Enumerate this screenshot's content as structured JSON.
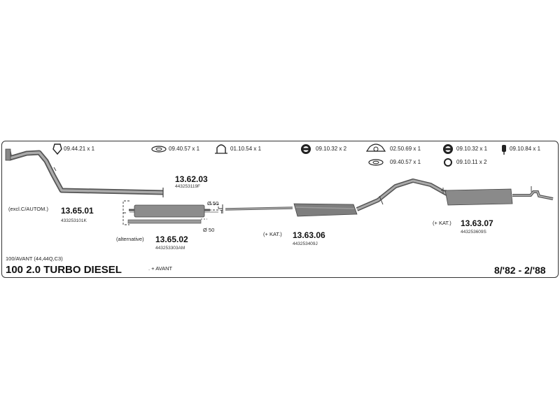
{
  "fittings": [
    {
      "icon": "clamp-ring-icon",
      "label": "09.44.21 x 1"
    },
    {
      "icon": "gasket-oval-icon",
      "label": "09.40.57 x 1"
    },
    {
      "icon": "u-bolt-clamp-icon",
      "label": "01.10.54 x 1"
    },
    {
      "icon": "rubber-mount-icon",
      "label": "09.10.32 x 2"
    },
    {
      "icon": "flange-clamp-icon",
      "label": "02.50.69 x 1"
    },
    {
      "icon": "gasket-oval-icon",
      "label": "09.40.57 x 1"
    },
    {
      "icon": "rubber-mount-icon",
      "label": "09.10.32 x 1"
    },
    {
      "icon": "rubber-ring-icon",
      "label": "09.10.11 x 2"
    },
    {
      "icon": "rubber-hanger-icon",
      "label": "09.10.84 x 1"
    }
  ],
  "parts": {
    "p1": {
      "pn": "13.62.03",
      "oem": "443253119F"
    },
    "p2": {
      "pn": "13.65.01",
      "oem": "433253101K",
      "note": "(excl.C/AUTOM.)"
    },
    "p3": {
      "pn": "13.65.02",
      "oem": "443253303AM",
      "note": "(alternative)"
    },
    "p4": {
      "pn": "13.63.06",
      "oem": "443253409J",
      "note": "(+ KAT.)"
    },
    "p5": {
      "pn": "13.63.07",
      "oem": "443253609S",
      "note": "(+ KAT.)"
    }
  },
  "diameter_top": "Ø 50",
  "diameter_bottom": "Ø 50",
  "t_mark": "T",
  "model_code": "100/AVANT (44,44Q,C3)",
  "title": "100  2.0 TURBO DIESEL",
  "avant_note": ". + AVANT",
  "years": "8/'82 - 2/'88",
  "colors": {
    "pipe": "#777777",
    "muffler": "#8a8a8a",
    "frame": "#333333"
  }
}
